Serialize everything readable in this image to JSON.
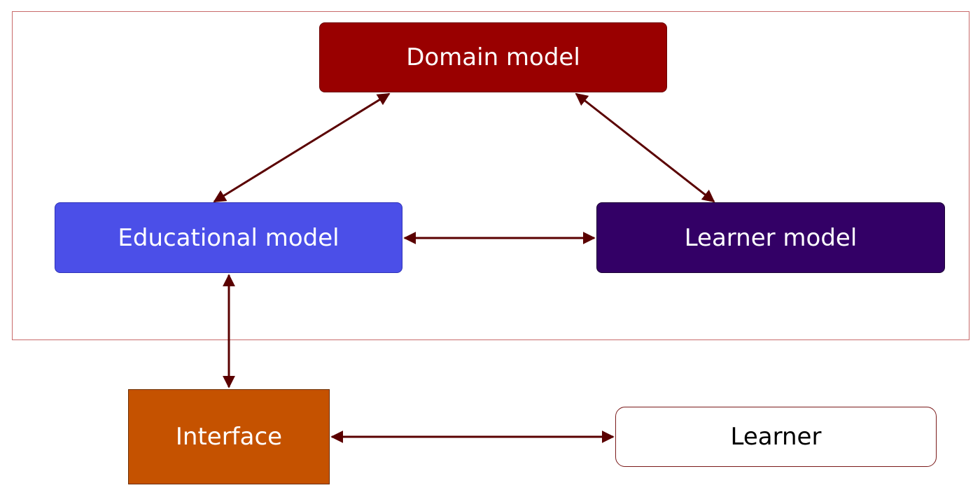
{
  "nodes": {
    "domain_model": "Domain model",
    "educational_model": "Educational model",
    "learner_model": "Learner model",
    "interface": "Interface",
    "learner": "Learner"
  },
  "colors": {
    "domain_model": "#990000",
    "educational_model": "#4b4fe8",
    "learner_model": "#330066",
    "interface": "#c55200",
    "learner": "#ffffff",
    "arrows": "#5a0000",
    "frame": "#c86a6a"
  },
  "edges": [
    {
      "from": "educational_model",
      "to": "domain_model",
      "bidirectional": true
    },
    {
      "from": "domain_model",
      "to": "learner_model",
      "bidirectional": true
    },
    {
      "from": "educational_model",
      "to": "learner_model",
      "bidirectional": true
    },
    {
      "from": "educational_model",
      "to": "interface",
      "bidirectional": true
    },
    {
      "from": "interface",
      "to": "learner",
      "bidirectional": true
    }
  ]
}
